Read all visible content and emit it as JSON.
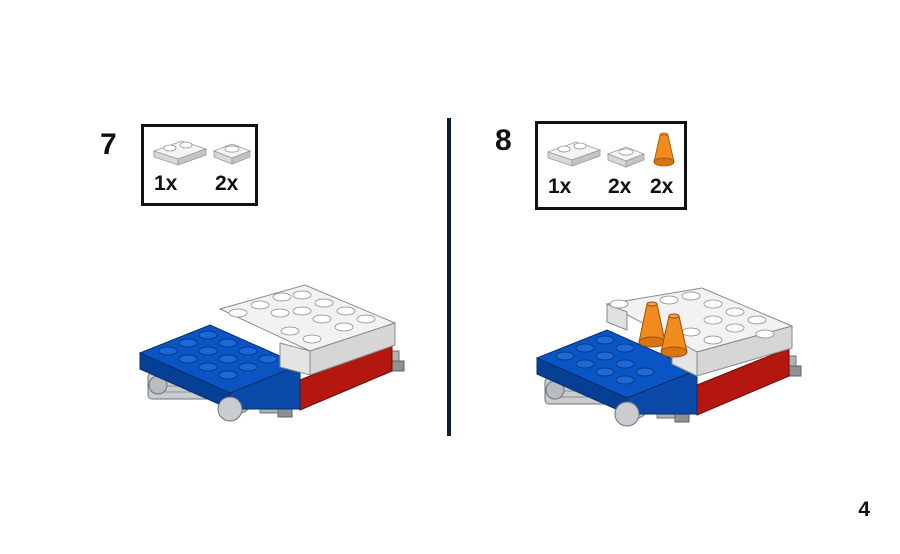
{
  "page": {
    "number": "4"
  },
  "steps": [
    {
      "number": "7",
      "parts": [
        {
          "icon": "white-plate-1x2-icon",
          "qty": "1x"
        },
        {
          "icon": "white-plate-1x1-icon",
          "qty": "2x"
        }
      ]
    },
    {
      "number": "8",
      "parts": [
        {
          "icon": "white-plate-1x2-icon",
          "qty": "1x"
        },
        {
          "icon": "white-plate-1x1-icon",
          "qty": "2x"
        },
        {
          "icon": "orange-cone-icon",
          "qty": "2x"
        }
      ]
    }
  ],
  "colors": {
    "blue": "#0a55c4",
    "red": "#b4170e",
    "white": "#f2f2f2",
    "light_gray": "#c8ccd0",
    "orange": "#f28b1d",
    "divider": "#0f1c2c"
  }
}
